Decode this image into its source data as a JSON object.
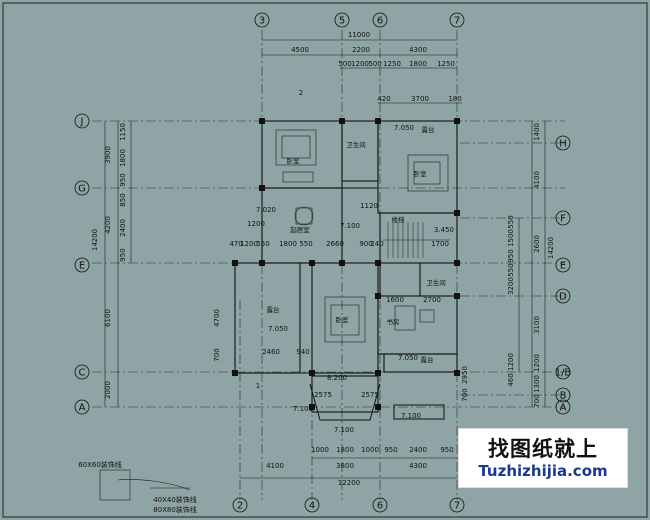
{
  "colors": {
    "background": "#8fa5a5",
    "line": "#1a1a1a",
    "wall": "#111111",
    "watermark_text": "#111111",
    "watermark_url": "#1b3a8c"
  },
  "axes_top": [
    "3",
    "5",
    "6",
    "7"
  ],
  "axes_bottom": [
    "2",
    "4",
    "6",
    "7"
  ],
  "axes_left": [
    "J",
    "G",
    "E",
    "C",
    "A"
  ],
  "axes_right": [
    "H",
    "F",
    "E",
    "D",
    "1/B",
    "B",
    "A"
  ],
  "dims_top": {
    "total": "11000",
    "row2": [
      "4500",
      "2200",
      "4300"
    ],
    "row3": [
      "500",
      "1200",
      "500",
      "1250",
      "1800",
      "1250"
    ],
    "row4": [
      "420",
      "3700",
      "180"
    ]
  },
  "dims_bottom": {
    "row1": [
      "1000",
      "1800",
      "1000",
      "950",
      "2400",
      "950"
    ],
    "row2": [
      "4100",
      "3800",
      "4300"
    ],
    "total": "12200"
  },
  "dims_left": {
    "total": "14200",
    "outer": [
      "3900",
      "4200",
      "6100",
      "2000"
    ],
    "inner": [
      "1150",
      "1800",
      "950",
      "850",
      "2400",
      "950"
    ]
  },
  "dims_right": {
    "total": "14200",
    "outer": [
      "1400",
      "4100",
      "2600",
      "3100",
      "1200",
      "1300",
      "700"
    ],
    "inner": [
      "550",
      "1500",
      "950",
      "550",
      "3200",
      "1200",
      "460"
    ]
  },
  "interior_dims": [
    "470",
    "1200",
    "550",
    "1800",
    "550",
    "2660",
    "900",
    "240",
    "1700",
    "4700",
    "700",
    "2460",
    "940",
    "1600",
    "2700",
    "2575",
    "2575",
    "2950",
    "700",
    "1200",
    "1120"
  ],
  "levels": [
    "7.050",
    "7.020",
    "7.100",
    "7.050",
    "7.050",
    "7.100",
    "7.100",
    "3.450",
    "8.200",
    "7.100"
  ],
  "room_labels": [
    "卧室",
    "卫生间",
    "起居室",
    "卧室",
    "楼梯",
    "卫生间",
    "露台",
    "卧室",
    "书房",
    "露台",
    "露台"
  ],
  "misc_labels": [
    "2",
    "1"
  ],
  "watermark": {
    "title": "找图纸就上",
    "url": "Tuzhizhijia.com"
  },
  "legend_labels": [
    "60X60装饰线",
    "40X40装饰线",
    "80X80装饰线"
  ]
}
